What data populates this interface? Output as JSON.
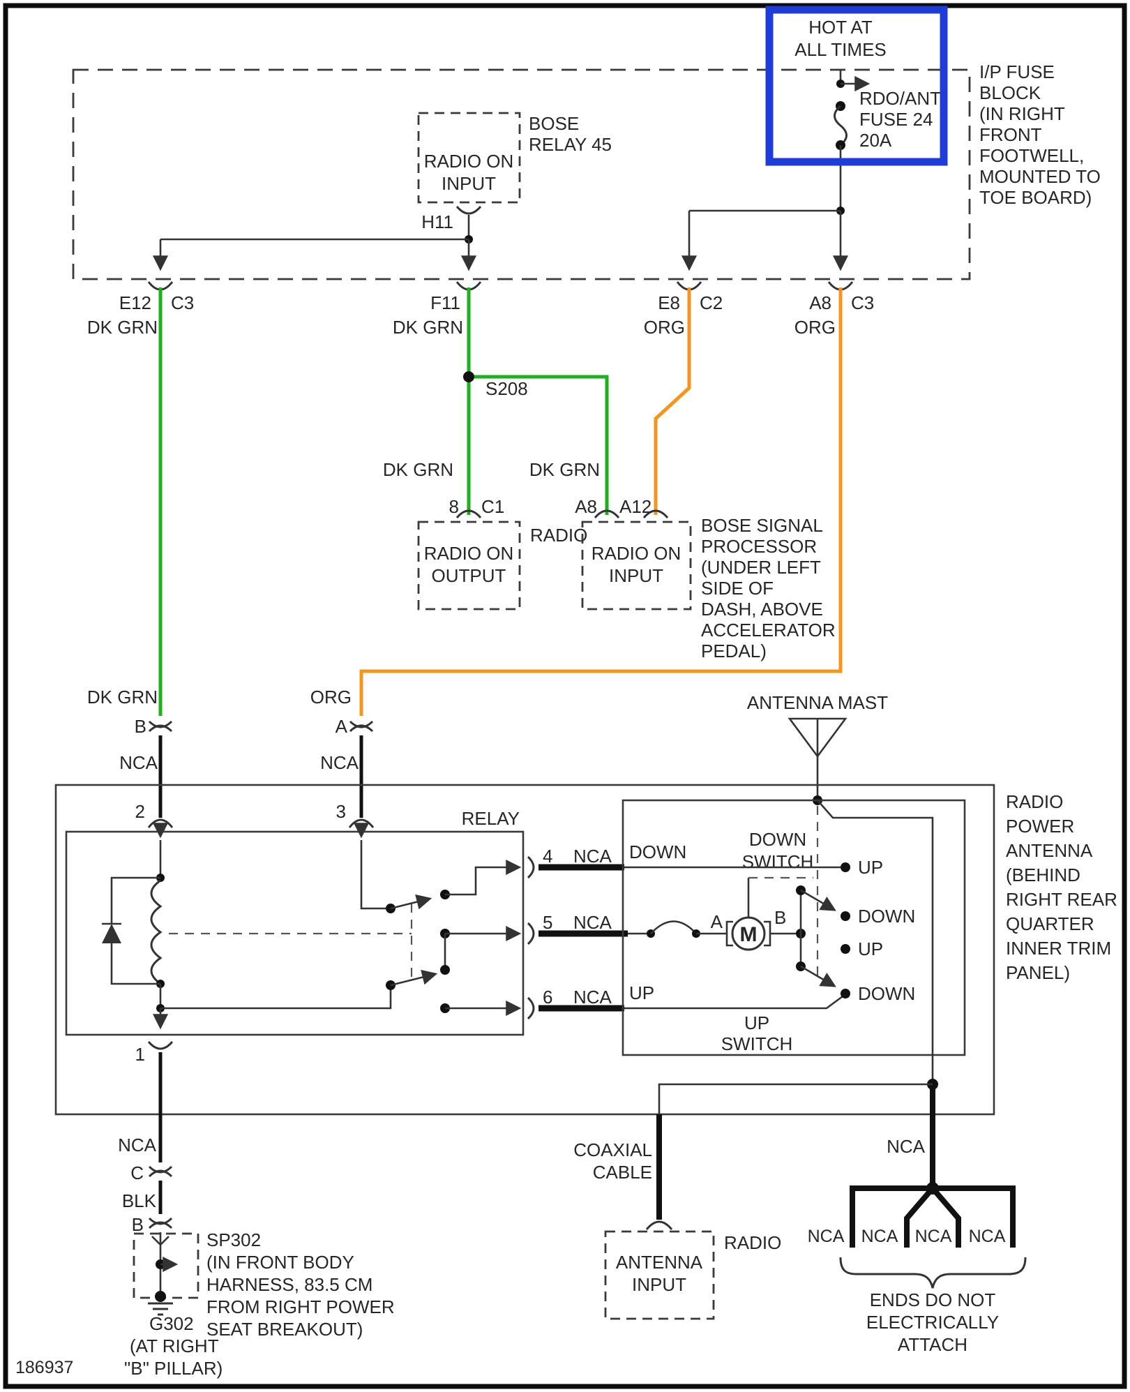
{
  "page": {
    "id_number": "186937"
  },
  "labels": {
    "dk_grn": "DK GRN",
    "org": "ORG",
    "nca": "NCA",
    "up": "UP",
    "down": "DOWN"
  },
  "fuse_block": {
    "hot1": "HOT AT",
    "hot2": "ALL TIMES",
    "fuse1": "RDO/ANT",
    "fuse2": "FUSE 24",
    "fuse3": "20A",
    "note": [
      "I/P FUSE",
      "BLOCK",
      "(IN RIGHT",
      "FRONT",
      "FOOTWELL,",
      "MOUNTED TO",
      "TOE BOARD)"
    ]
  },
  "bose_relay": {
    "name1": "BOSE",
    "name2": "RELAY 45",
    "fn1": "RADIO ON",
    "fn2": "INPUT",
    "pin": "H11"
  },
  "row1": {
    "e12": "E12",
    "c3l": "C3",
    "f11": "F11",
    "e8": "E8",
    "c2": "C2",
    "a8": "A8",
    "c3r": "C3"
  },
  "splice": "S208",
  "radio_out": {
    "label": "RADIO",
    "pin": "8",
    "conn": "C1",
    "fn1": "RADIO ON",
    "fn2": "OUTPUT"
  },
  "bose_sp": {
    "pin_a8": "A8",
    "pin_a12": "A12",
    "fn1": "RADIO ON",
    "fn2": "INPUT",
    "note": [
      "BOSE SIGNAL",
      "PROCESSOR",
      "(UNDER LEFT",
      "SIDE OF",
      "DASH, ABOVE",
      "ACCELERATOR",
      "PEDAL)"
    ]
  },
  "mid": {
    "pin_b": "B",
    "pin_a": "A"
  },
  "antenna": {
    "mast": "ANTENNA MAST",
    "note": [
      "RADIO",
      "POWER",
      "ANTENNA",
      "(BEHIND",
      "RIGHT REAR",
      "QUARTER",
      "INNER TRIM",
      "PANEL)"
    ]
  },
  "relay": {
    "label": "RELAY",
    "p1": "1",
    "p2": "2",
    "p3": "3",
    "p4": "4",
    "p5": "5",
    "p6": "6"
  },
  "switch": {
    "down1": "DOWN",
    "down2": "SWITCH",
    "up1": "UP",
    "up2": "SWITCH",
    "motor": "M",
    "term_a": "A",
    "term_b": "B"
  },
  "ground_path": {
    "c": "C",
    "blk": "BLK",
    "b": "B",
    "sp_note": [
      "SP302",
      "(IN FRONT BODY",
      "HARNESS, 83.5 CM",
      "FROM RIGHT POWER",
      "SEAT BREAKOUT)"
    ],
    "g_note": [
      "G302",
      "(AT RIGHT",
      "\"B\" PILLAR)"
    ]
  },
  "coax": {
    "l1": "COAXIAL",
    "l2": "CABLE",
    "box1": "ANTENNA",
    "box2": "INPUT",
    "label": "RADIO"
  },
  "ends_note": [
    "ENDS DO NOT",
    "ELECTRICALLY",
    "ATTACH"
  ],
  "colors": {
    "wire_green": "#1db11d",
    "wire_orange": "#f7941e",
    "highlight_blue": "#1e3cd8"
  }
}
